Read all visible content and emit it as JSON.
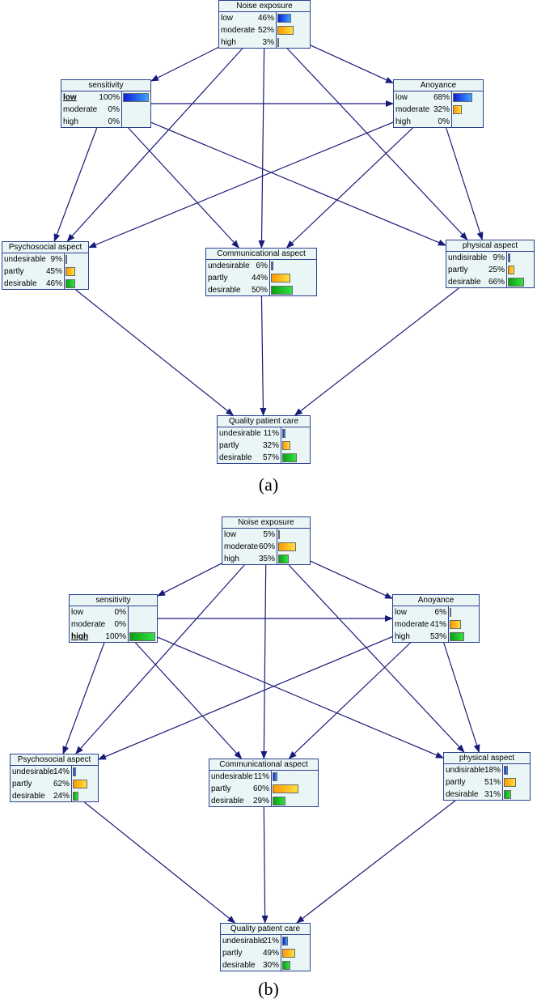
{
  "panels": [
    {
      "label": "(a)",
      "nodes": {
        "noise": {
          "title": "Noise exposure",
          "states": [
            {
              "label": "low",
              "pct": "46%",
              "value": 46
            },
            {
              "label": "moderate",
              "pct": "52%",
              "value": 52
            },
            {
              "label": "high",
              "pct": "3%",
              "value": 3
            }
          ]
        },
        "sensitivity": {
          "title": "sensitivity",
          "evidence_index": 0,
          "states": [
            {
              "label": "low",
              "pct": "100%",
              "value": 100
            },
            {
              "label": "moderate",
              "pct": "0%",
              "value": 0
            },
            {
              "label": "high",
              "pct": "0%",
              "value": 0
            }
          ]
        },
        "annoyance": {
          "title": "Anoyance",
          "states": [
            {
              "label": "low",
              "pct": "68%",
              "value": 68
            },
            {
              "label": "moderate",
              "pct": "32%",
              "value": 32
            },
            {
              "label": "high",
              "pct": "0%",
              "value": 0
            }
          ]
        },
        "psychosocial": {
          "title": "Psychosocial aspect",
          "states": [
            {
              "label": "undesirable",
              "pct": "9%",
              "value": 9
            },
            {
              "label": "partly",
              "pct": "45%",
              "value": 45
            },
            {
              "label": "desirable",
              "pct": "46%",
              "value": 46
            }
          ]
        },
        "communicational": {
          "title": "Communicational aspect",
          "states": [
            {
              "label": "undesirable",
              "pct": "6%",
              "value": 6
            },
            {
              "label": "partly",
              "pct": "44%",
              "value": 44
            },
            {
              "label": "desirable",
              "pct": "50%",
              "value": 50
            }
          ]
        },
        "physical": {
          "title": "physical aspect",
          "states": [
            {
              "label": "undisirable",
              "pct": "9%",
              "value": 9
            },
            {
              "label": "partly",
              "pct": "25%",
              "value": 25
            },
            {
              "label": "desirable",
              "pct": "66%",
              "value": 66
            }
          ]
        },
        "quality": {
          "title": "Quality patient care",
          "states": [
            {
              "label": "undesirable",
              "pct": "11%",
              "value": 11
            },
            {
              "label": "partly",
              "pct": "32%",
              "value": 32
            },
            {
              "label": "desirable",
              "pct": "57%",
              "value": 57
            }
          ]
        }
      }
    },
    {
      "label": "(b)",
      "nodes": {
        "noise": {
          "title": "Noise exposure",
          "states": [
            {
              "label": "low",
              "pct": "5%",
              "value": 5
            },
            {
              "label": "moderate",
              "pct": "60%",
              "value": 60
            },
            {
              "label": "high",
              "pct": "35%",
              "value": 35
            }
          ]
        },
        "sensitivity": {
          "title": "sensitivity",
          "evidence_index": 2,
          "states": [
            {
              "label": "low",
              "pct": "0%",
              "value": 0
            },
            {
              "label": "moderate",
              "pct": "0%",
              "value": 0
            },
            {
              "label": "high",
              "pct": "100%",
              "value": 100
            }
          ]
        },
        "annoyance": {
          "title": "Anoyance",
          "states": [
            {
              "label": "low",
              "pct": "6%",
              "value": 6
            },
            {
              "label": "moderate",
              "pct": "41%",
              "value": 41
            },
            {
              "label": "high",
              "pct": "53%",
              "value": 53
            }
          ]
        },
        "psychosocial": {
          "title": "Psychosocial aspect",
          "states": [
            {
              "label": "undesirable",
              "pct": "14%",
              "value": 14
            },
            {
              "label": "partly",
              "pct": "62%",
              "value": 62
            },
            {
              "label": "desirable",
              "pct": "24%",
              "value": 24
            }
          ]
        },
        "communicational": {
          "title": "Communicational aspect",
          "states": [
            {
              "label": "undesirable",
              "pct": "11%",
              "value": 11
            },
            {
              "label": "partly",
              "pct": "60%",
              "value": 60
            },
            {
              "label": "desirable",
              "pct": "29%",
              "value": 29
            }
          ]
        },
        "physical": {
          "title": "physical aspect",
          "states": [
            {
              "label": "undisirable",
              "pct": "18%",
              "value": 18
            },
            {
              "label": "partly",
              "pct": "51%",
              "value": 51
            },
            {
              "label": "desirable",
              "pct": "31%",
              "value": 31
            }
          ]
        },
        "quality": {
          "title": "Quality patient care",
          "states": [
            {
              "label": "undesirable",
              "pct": "21%",
              "value": 21
            },
            {
              "label": "partly",
              "pct": "49%",
              "value": 49
            },
            {
              "label": "desirable",
              "pct": "30%",
              "value": 30
            }
          ]
        }
      }
    }
  ],
  "edges": [
    [
      "noise",
      "sensitivity"
    ],
    [
      "noise",
      "annoyance"
    ],
    [
      "noise",
      "psychosocial"
    ],
    [
      "noise",
      "communicational"
    ],
    [
      "noise",
      "physical"
    ],
    [
      "sensitivity",
      "annoyance"
    ],
    [
      "sensitivity",
      "psychosocial"
    ],
    [
      "sensitivity",
      "communicational"
    ],
    [
      "sensitivity",
      "physical"
    ],
    [
      "annoyance",
      "psychosocial"
    ],
    [
      "annoyance",
      "communicational"
    ],
    [
      "annoyance",
      "physical"
    ],
    [
      "psychosocial",
      "quality"
    ],
    [
      "communicational",
      "quality"
    ],
    [
      "physical",
      "quality"
    ]
  ],
  "colors": {
    "edge": "#1a1a7a",
    "border": "#2a3f8f",
    "fill": "#eaf6f6"
  }
}
